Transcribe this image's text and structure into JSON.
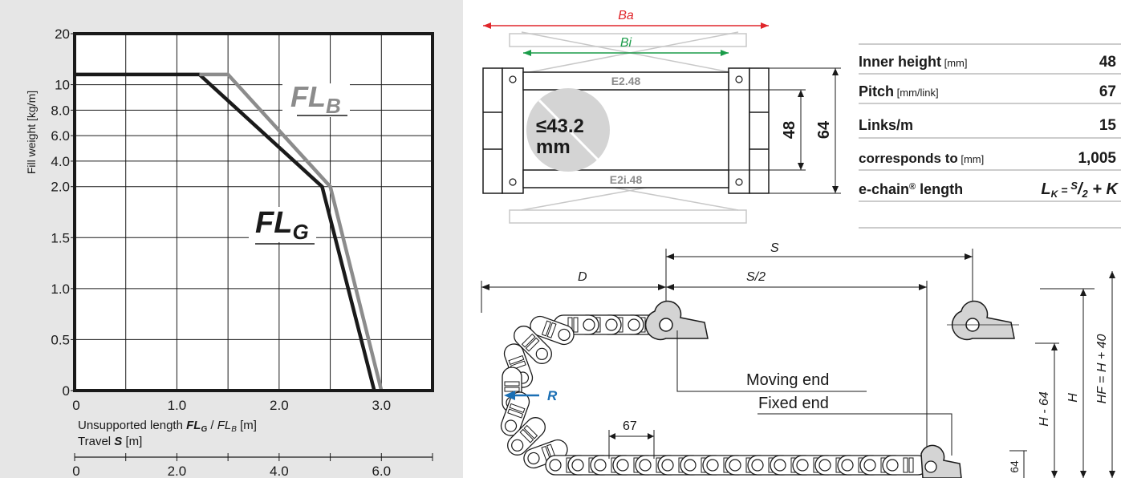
{
  "colors": {
    "panel_bg": "#e6e6e6",
    "plot_bg": "#ffffff",
    "grid": "#1a1a1a",
    "fl_g": "#1a1a1a",
    "fl_b": "#8c8c8c",
    "ba_dim": "#e0262b",
    "bi_dim": "#1a9c49",
    "r_arrow": "#1a6fb4",
    "part_fill": "#d4d4d4"
  },
  "chart_data": {
    "type": "line",
    "ylabel": "Fill weight [kg/m]",
    "xlabel_prefix": "Unsupported length ",
    "xlabel_fl_g": "FL",
    "xlabel_fl_g_sub": "G",
    "xlabel_sep": " / ",
    "xlabel_fl_b": "FL",
    "xlabel_fl_b_sub": "B",
    "xlabel_unit": " [m]",
    "x2label_prefix": "Travel ",
    "x2label_var": "S",
    "x2label_unit": " [m]",
    "xlim": [
      0,
      3.5
    ],
    "x_ticks": [
      {
        "v": 0,
        "label": "0"
      },
      {
        "v": 1,
        "label": "1.0"
      },
      {
        "v": 2,
        "label": "2.0"
      },
      {
        "v": 3,
        "label": "3.0"
      }
    ],
    "x2_ticks": [
      {
        "v": 0,
        "label": "0"
      },
      {
        "v": 1,
        "label": "2.0"
      },
      {
        "v": 2,
        "label": "4.0"
      },
      {
        "v": 3,
        "label": "6.0"
      }
    ],
    "y_scale_note": "non-linear axis, ticks evenly spaced",
    "y_ticks": [
      {
        "idx": 0,
        "label": "0"
      },
      {
        "idx": 1,
        "label": "0.5"
      },
      {
        "idx": 2,
        "label": "1.0"
      },
      {
        "idx": 3,
        "label": "1.5"
      },
      {
        "idx": 4,
        "label": "2.0"
      },
      {
        "idx": 4.5,
        "label": "4.0"
      },
      {
        "idx": 5,
        "label": "6.0"
      },
      {
        "idx": 5.5,
        "label": "8.0"
      },
      {
        "idx": 6,
        "label": "10"
      },
      {
        "idx": 7,
        "label": "20"
      }
    ],
    "series": [
      {
        "name": "FL",
        "name_sub": "G",
        "color": "#1a1a1a",
        "points": [
          {
            "x": 0,
            "y": 12
          },
          {
            "x": 1.22,
            "y": 12
          },
          {
            "x": 2.42,
            "y": 2.0
          },
          {
            "x": 2.93,
            "y": 0
          }
        ]
      },
      {
        "name": "FL",
        "name_sub": "B",
        "color": "#8c8c8c",
        "points": [
          {
            "x": 1.22,
            "y": 12
          },
          {
            "x": 1.5,
            "y": 12
          },
          {
            "x": 2.5,
            "y": 2.0
          },
          {
            "x": 3.0,
            "y": 0
          }
        ]
      }
    ]
  },
  "cross_section": {
    "ba_label": "Ba",
    "bi_label": "Bi",
    "top_bar_label": "E2.48",
    "bottom_bar_label": "E2i.48",
    "max_cable_value": "≤43.2",
    "max_cable_unit": "mm",
    "inner_height_dim": "48",
    "outer_height_dim": "64"
  },
  "spec_table": {
    "rows": [
      {
        "label": "Inner height",
        "unit": " [mm]",
        "value": "48"
      },
      {
        "label": "Pitch",
        "unit": " [mm/link]",
        "value": "67"
      },
      {
        "label": "Links/m",
        "unit": "",
        "value": "15"
      },
      {
        "label": "corresponds to",
        "unit": " [mm]",
        "value": "1,005"
      }
    ],
    "chain_label": "e-chain",
    "chain_reg": "®",
    "chain_suffix": " length",
    "formula_l": "L",
    "formula_k_sub": "K",
    "formula_eq": " = ",
    "formula_s": "S",
    "formula_slash": "/",
    "formula_2": "2",
    "formula_plus": " + K"
  },
  "side_view": {
    "s_label": "S",
    "d_label": "D",
    "s_half_label": "S/2",
    "moving_end": "Moving end",
    "fixed_end": "Fixed end",
    "r_label": "R",
    "pitch_dim": "67",
    "h_minus_64": "H - 64",
    "h_label": "H",
    "hf_label": "HF = H + 40",
    "bottom_dim": "64"
  }
}
